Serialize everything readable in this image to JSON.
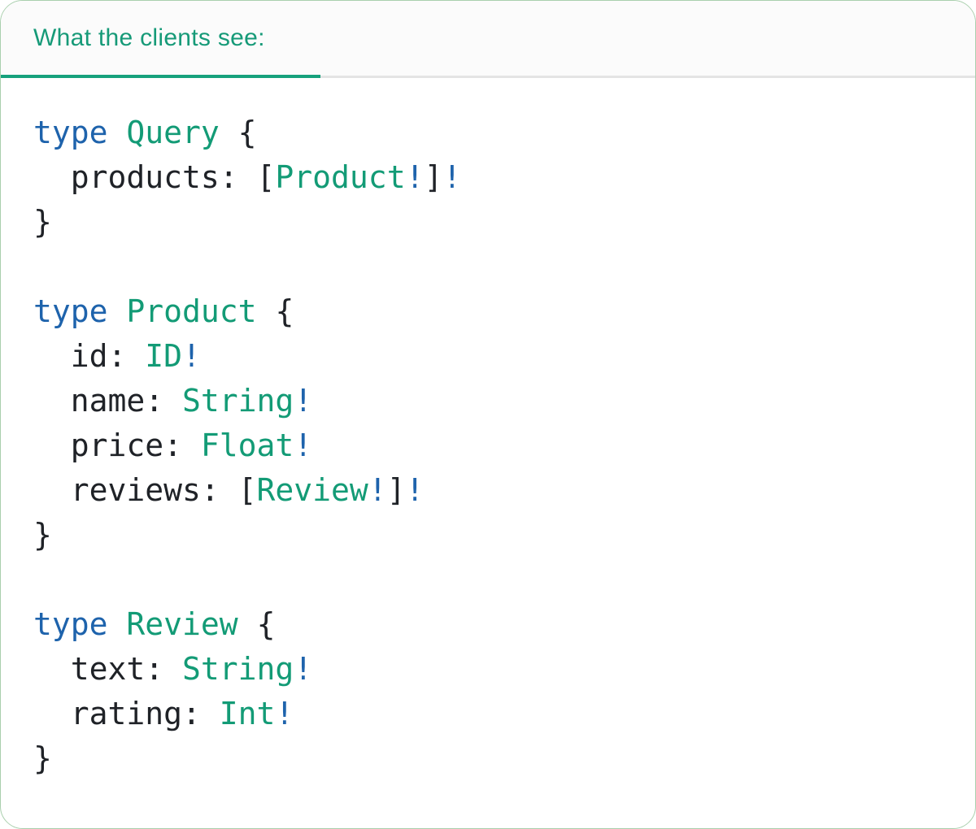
{
  "panel": {
    "tab_label": "What the clients see:",
    "colors": {
      "title_teal": "#169a78",
      "tab_underline": "#16a17c",
      "header_bg": "#fbfbfb",
      "divider_gray": "#e4e4e4",
      "border_green": "#a9cfad",
      "keyword_blue": "#1e63ac",
      "type_teal": "#139b76",
      "code_dark": "#1f2227",
      "code_bg": "#ffffff"
    },
    "code": {
      "language": "graphql-sdl",
      "lines": [
        [
          {
            "t": "type",
            "c": "kw"
          },
          {
            "t": " ",
            "c": "pl"
          },
          {
            "t": "Query",
            "c": "ty"
          },
          {
            "t": " {",
            "c": "pl"
          }
        ],
        [
          {
            "t": "  products: [",
            "c": "pl"
          },
          {
            "t": "Product",
            "c": "ty"
          },
          {
            "t": "!",
            "c": "kw"
          },
          {
            "t": "]",
            "c": "pl"
          },
          {
            "t": "!",
            "c": "kw"
          }
        ],
        [
          {
            "t": "}",
            "c": "pl"
          }
        ],
        [],
        [
          {
            "t": "type",
            "c": "kw"
          },
          {
            "t": " ",
            "c": "pl"
          },
          {
            "t": "Product",
            "c": "ty"
          },
          {
            "t": " {",
            "c": "pl"
          }
        ],
        [
          {
            "t": "  id: ",
            "c": "pl"
          },
          {
            "t": "ID",
            "c": "ty"
          },
          {
            "t": "!",
            "c": "kw"
          }
        ],
        [
          {
            "t": "  name: ",
            "c": "pl"
          },
          {
            "t": "String",
            "c": "ty"
          },
          {
            "t": "!",
            "c": "kw"
          }
        ],
        [
          {
            "t": "  price: ",
            "c": "pl"
          },
          {
            "t": "Float",
            "c": "ty"
          },
          {
            "t": "!",
            "c": "kw"
          }
        ],
        [
          {
            "t": "  reviews: [",
            "c": "pl"
          },
          {
            "t": "Review",
            "c": "ty"
          },
          {
            "t": "!",
            "c": "kw"
          },
          {
            "t": "]",
            "c": "pl"
          },
          {
            "t": "!",
            "c": "kw"
          }
        ],
        [
          {
            "t": "}",
            "c": "pl"
          }
        ],
        [],
        [
          {
            "t": "type",
            "c": "kw"
          },
          {
            "t": " ",
            "c": "pl"
          },
          {
            "t": "Review",
            "c": "ty"
          },
          {
            "t": " {",
            "c": "pl"
          }
        ],
        [
          {
            "t": "  text: ",
            "c": "pl"
          },
          {
            "t": "String",
            "c": "ty"
          },
          {
            "t": "!",
            "c": "kw"
          }
        ],
        [
          {
            "t": "  rating: ",
            "c": "pl"
          },
          {
            "t": "Int",
            "c": "ty"
          },
          {
            "t": "!",
            "c": "kw"
          }
        ],
        [
          {
            "t": "}",
            "c": "pl"
          }
        ]
      ]
    }
  }
}
